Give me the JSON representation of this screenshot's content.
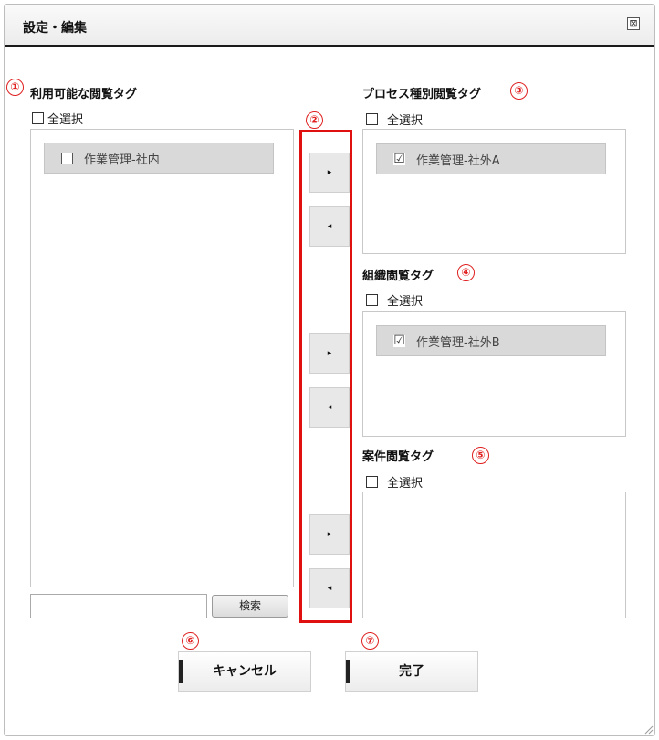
{
  "dialog": {
    "title": "設定・編集",
    "close_glyph": "⊠"
  },
  "markers": [
    "①",
    "②",
    "③",
    "④",
    "⑤",
    "⑥",
    "⑦"
  ],
  "available": {
    "heading": "利用可能な閲覧タグ",
    "select_all": "全選択",
    "items": [
      {
        "label": "作業管理-社内",
        "checked": false
      }
    ]
  },
  "process": {
    "heading": "プロセス種別閲覧タグ",
    "select_all": "全選択",
    "items": [
      {
        "label": "作業管理-社外A",
        "checked": true
      }
    ]
  },
  "organization": {
    "heading": "組織閲覧タグ",
    "select_all": "全選択",
    "items": [
      {
        "label": "作業管理-社外B",
        "checked": true
      }
    ]
  },
  "project": {
    "heading": "案件閲覧タグ",
    "select_all": "全選択",
    "items": []
  },
  "move_buttons": {
    "add_glyph": "▸",
    "remove_glyph": "◂"
  },
  "search": {
    "value": "",
    "button_label": "検索"
  },
  "actions": {
    "cancel_label": "キャンセル",
    "done_label": "完了"
  },
  "check_glyph": "☑"
}
